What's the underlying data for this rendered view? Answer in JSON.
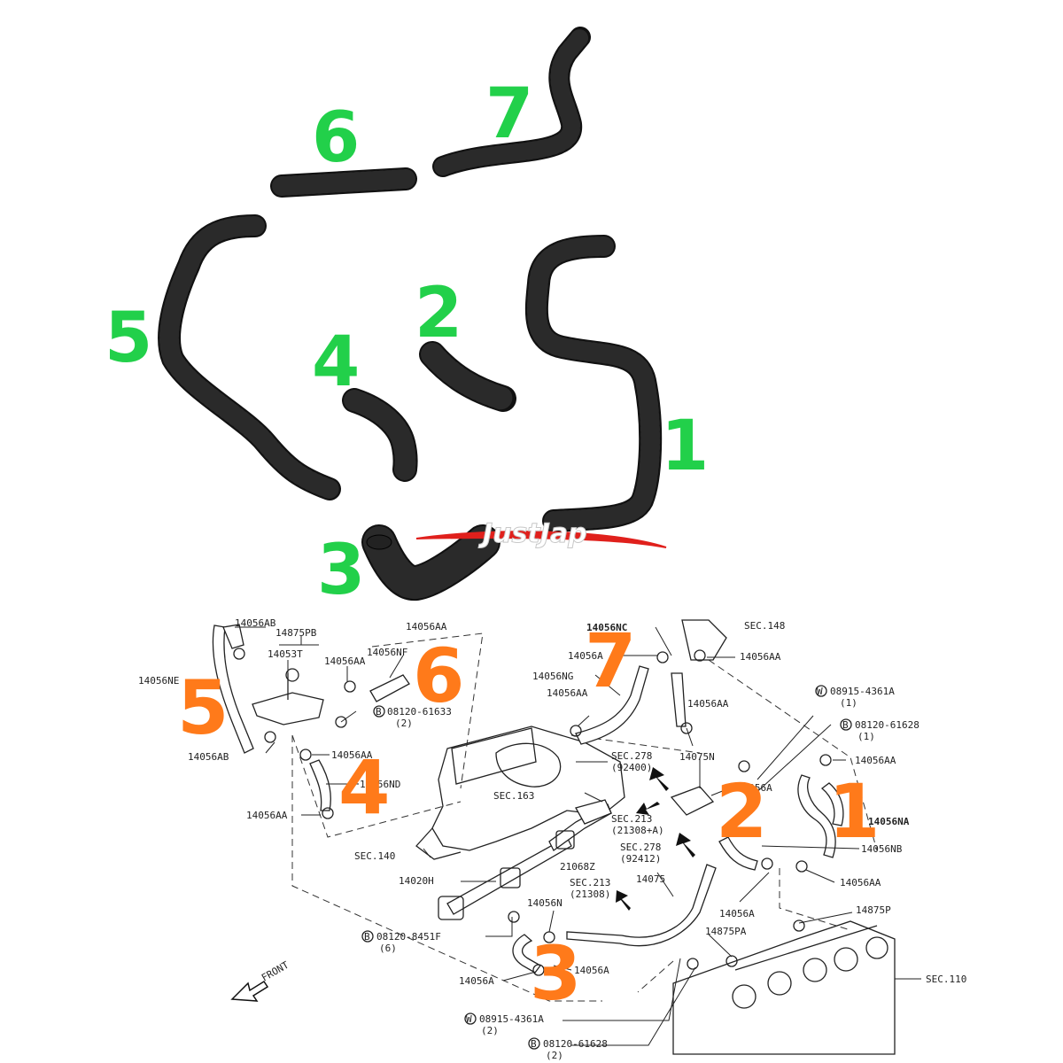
{
  "photo": {
    "hose_numbers": [
      "1",
      "2",
      "3",
      "4",
      "5",
      "6",
      "7"
    ],
    "number_color": "#22d04a",
    "hose_color": "#111111"
  },
  "logo": {
    "text": "JustJap",
    "accent": "#e0201c"
  },
  "diagram": {
    "number_color": "#ff7a1a",
    "callouts": [
      "1",
      "2",
      "3",
      "4",
      "5",
      "6",
      "7"
    ],
    "front_label": "FRONT",
    "labels": {
      "p14056AB_top": "14056AB",
      "p14875PB": "14875PB",
      "p14053T": "14053T",
      "p14056AA_a": "14056AA",
      "p14056NF": "14056NF",
      "p14056AA_b": "14056AA",
      "p14056NE": "14056NE",
      "b08120_61633": "08120-61633",
      "b08120_61633_q": "(2)",
      "p14056AB_bot": "14056AB",
      "p14056AA_c": "14056AA",
      "p14056ND": "14056ND",
      "p14056AA_d": "14056AA",
      "p14056NC": "14056NC",
      "sec148": "SEC.148",
      "p14056A_a": "14056A",
      "p14056AA_e": "14056AA",
      "p14056NG": "14056NG",
      "p14056AA_f": "14056AA",
      "p14056AA_g": "14056AA",
      "w08915_top": "08915-4361A",
      "w08915_top_q": "(1)",
      "b08120_61628_top": "08120-61628",
      "b08120_61628_top_q": "(1)",
      "sec278a": "SEC.278",
      "sec278a_sub": "(92400)",
      "p14075N": "14075N",
      "p14056AA_h": "14056AA",
      "p14056A_b": "14056A",
      "sec163": "SEC.163",
      "sec213a": "SEC.213",
      "sec213a_sub": "(21308+A)",
      "p14056NA": "14056NA",
      "sec278b": "SEC.278",
      "sec278b_sub": "(92412)",
      "p21068Z": "21068Z",
      "sec140": "SEC.140",
      "p14056NB": "14056NB",
      "p14020H": "14020H",
      "p14075": "14075",
      "sec213b": "SEC.213",
      "sec213b_sub": "(21308)",
      "p14056AA_i": "14056AA",
      "p14056N": "14056N",
      "p14056A_c": "14056A",
      "p14875P": "14875P",
      "b08120_8451F": "08120-8451F",
      "b08120_8451F_q": "(6)",
      "p14875PA": "14875PA",
      "p14056A_d": "14056A",
      "p14056A_e": "14056A",
      "sec110": "SEC.110",
      "w08915_bot": "08915-4361A",
      "w08915_bot_q": "(2)",
      "b08120_61628_bot": "08120-61628",
      "b08120_61628_bot_q": "(2)"
    }
  }
}
